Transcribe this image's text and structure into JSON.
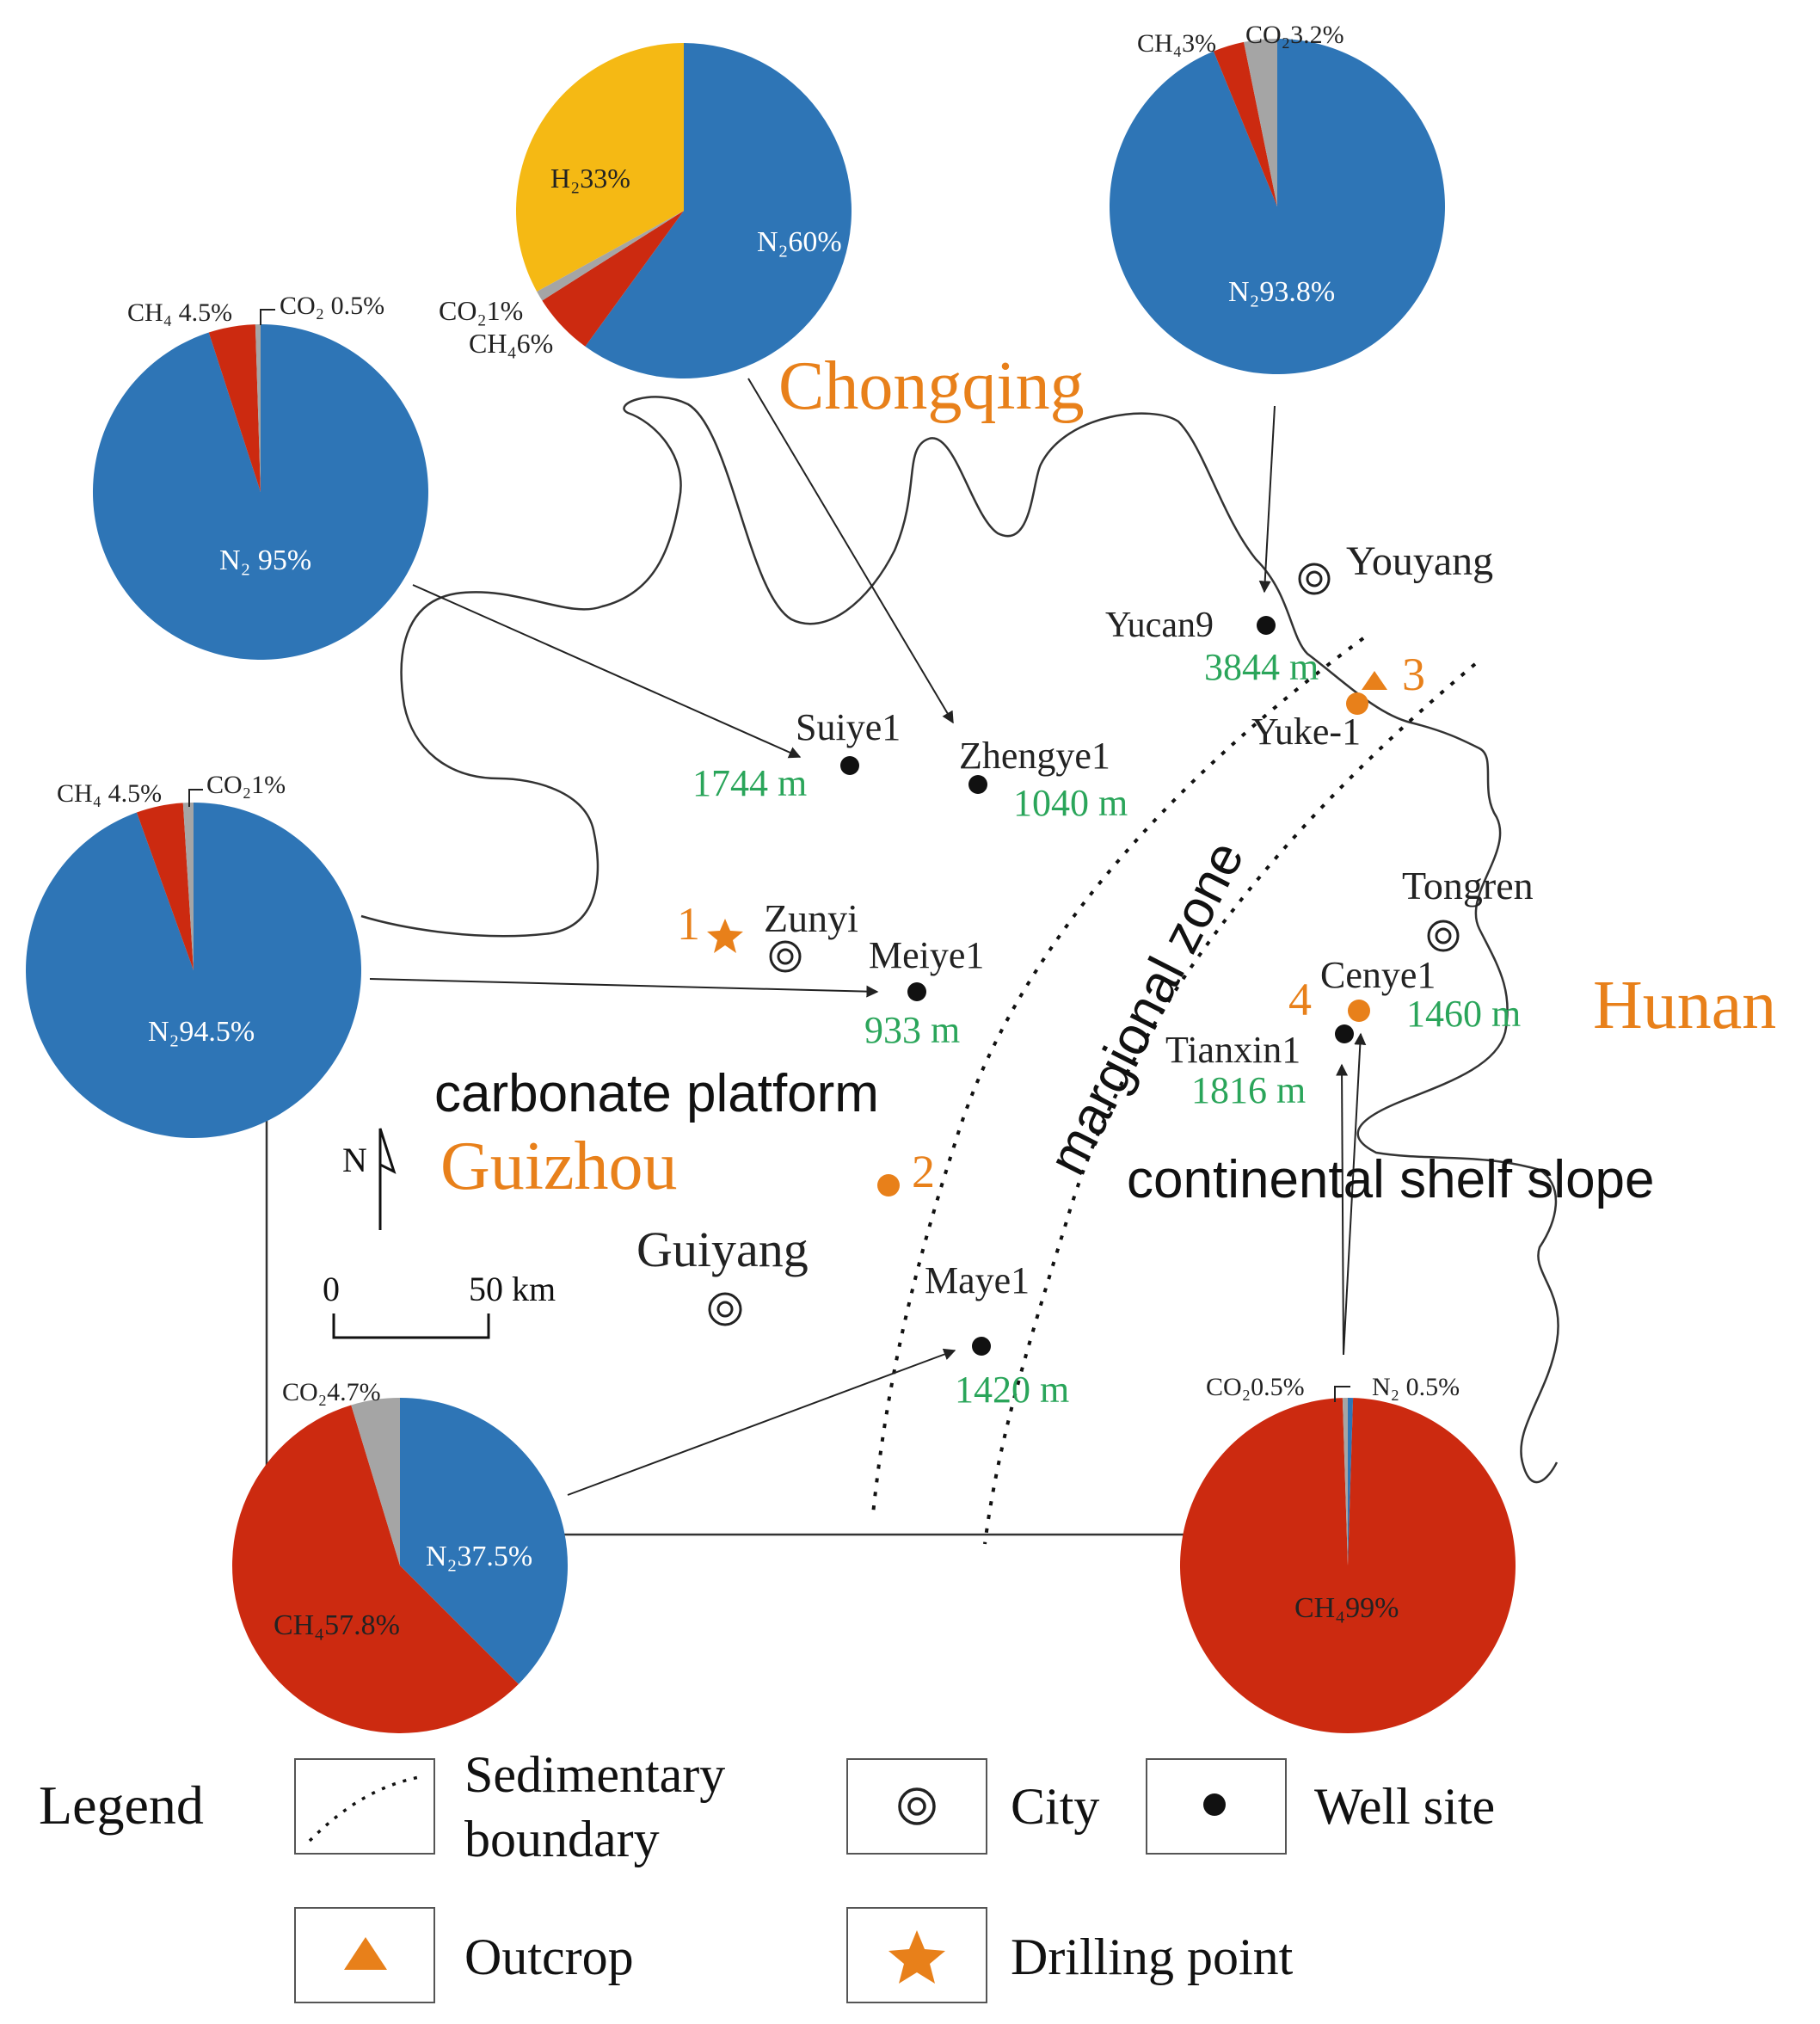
{
  "colors": {
    "n2": "#2e75b6",
    "ch4": "#cc2a10",
    "co2": "#a5a5a5",
    "h2": "#f5b914",
    "province": "#e8801a",
    "depth": "#2aa55a",
    "line": "#333333",
    "text": "#1a1a1a"
  },
  "provinces": {
    "chongqing": "Chongqing",
    "hunan": "Hunan",
    "guizhou": "Guizhou"
  },
  "zones": {
    "carbonate": "carbonate platform",
    "margional": "margional zone",
    "slope": "continental shelf slope"
  },
  "cities": {
    "youyang": "Youyang",
    "tongren": "Tongren",
    "zunyi": "Zunyi",
    "guiyang": "Guiyang"
  },
  "wells": {
    "yucan9": {
      "name": "Yucan9",
      "depth": "3844 m"
    },
    "suiye1": {
      "name": "Suiye1",
      "depth": "1744 m"
    },
    "zhengye1": {
      "name": "Zhengye1",
      "depth": "1040 m"
    },
    "meiye1": {
      "name": "Meiye1",
      "depth": "933 m"
    },
    "cenye1": {
      "name": "Cenye1",
      "depth": "1460 m"
    },
    "tianxin1": {
      "name": "Tianxin1",
      "depth": "1816 m"
    },
    "maye1": {
      "name": "Maye1",
      "depth": "1420 m"
    },
    "yuke1": {
      "name": "Yuke-1"
    }
  },
  "sites": {
    "s1": "1",
    "s2": "2",
    "s3": "3",
    "s4": "4"
  },
  "north": "N",
  "scale": {
    "zero": "0",
    "end": "50 km"
  },
  "pies": {
    "zhengye1": {
      "slices": [
        {
          "gas": "n2",
          "value": 60,
          "label": "N₂60%"
        },
        {
          "gas": "ch4",
          "value": 6,
          "label": "CH₄6%"
        },
        {
          "gas": "co2",
          "value": 1,
          "label": "CO₂1%"
        },
        {
          "gas": "h2",
          "value": 33,
          "label": "H₂33%"
        }
      ]
    },
    "yucan9": {
      "slices": [
        {
          "gas": "n2",
          "value": 93.8,
          "label": "N₂93.8%"
        },
        {
          "gas": "ch4",
          "value": 3,
          "label": "CH₄3%"
        },
        {
          "gas": "co2",
          "value": 3.2,
          "label": "CO₂3.2%"
        }
      ]
    },
    "suiye1": {
      "slices": [
        {
          "gas": "n2",
          "value": 95,
          "label": "N₂ 95%"
        },
        {
          "gas": "ch4",
          "value": 4.5,
          "label": "CH₄ 4.5%"
        },
        {
          "gas": "co2",
          "value": 0.5,
          "label": "CO₂ 0.5%"
        }
      ]
    },
    "meiye1": {
      "slices": [
        {
          "gas": "n2",
          "value": 94.5,
          "label": "N₂94.5%"
        },
        {
          "gas": "ch4",
          "value": 4.5,
          "label": "CH₄ 4.5%"
        },
        {
          "gas": "co2",
          "value": 1,
          "label": "CO₂1%"
        }
      ]
    },
    "maye1": {
      "slices": [
        {
          "gas": "n2",
          "value": 37.5,
          "label": "N₂37.5%"
        },
        {
          "gas": "ch4",
          "value": 57.8,
          "label": "CH₄57.8%"
        },
        {
          "gas": "co2",
          "value": 4.7,
          "label": "CO₂4.7%"
        }
      ]
    },
    "cenye1": {
      "slices": [
        {
          "gas": "n2",
          "value": 0.5,
          "label": "N₂ 0.5%"
        },
        {
          "gas": "ch4",
          "value": 99,
          "label": "CH₄99%"
        },
        {
          "gas": "co2",
          "value": 0.5,
          "label": "CO₂0.5%"
        }
      ]
    }
  },
  "legend": {
    "title": "Legend",
    "boundary_1": "Sedimentary",
    "boundary_2": "boundary",
    "city": "City",
    "well": "Well site",
    "outcrop": "Outcrop",
    "drilling": "Drilling point"
  }
}
